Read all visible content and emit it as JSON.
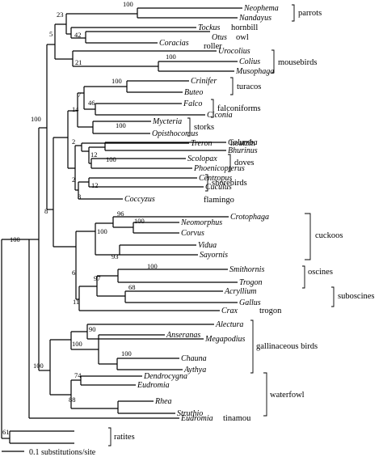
{
  "scale_label": "0.1 substitutions/site",
  "groups": {
    "parrots": "parrots",
    "hornbill": "hornbill",
    "owl": "owl",
    "roller": "roller",
    "mousebirds": "mousebirds",
    "turacos": "turacos",
    "falconiforms": "falconiforms",
    "storks": "storks",
    "hoatzin": "hoatzin",
    "doves": "doves",
    "shorebirds": "shorebirds",
    "flamingo": "flamingo",
    "cuckoos": "cuckoos",
    "oscines": "oscines",
    "suboscines": "suboscines",
    "trogon": "trogon",
    "gallinaceous": "gallinaceous birds",
    "waterfowl": "waterfowl",
    "tinamou": "tinamou",
    "ratites": "ratites"
  },
  "taxa": {
    "Neophema": "Neophema",
    "Nandayus": "Nandayus",
    "Tockus": "Tockus",
    "Otus": "Otus",
    "Coracias": "Coracias",
    "Urocolius": "Urocolius",
    "Colius": "Colius",
    "Musophaga": "Musophaga",
    "Crinifer": "Crinifer",
    "Buteo": "Buteo",
    "Falco": "Falco",
    "Ciconia": "Ciconia",
    "Mycteria": "Mycteria",
    "Opisthocomus": "Opisthocomus",
    "Treron": "Treron",
    "Columba": "Columba",
    "Bhurinus": "Bhurinus",
    "Scolopax": "Scolopax",
    "Phoenicopterus": "Phoenicopterus",
    "Centropus": "Centropus",
    "Cuculus": "Cuculus",
    "Coccyzus": "Coccyzus",
    "Crotophaga": "Crotophaga",
    "Neomorphus": "Neomorphus",
    "Corvus": "Corvus",
    "Vidua": "Vidua",
    "Sayornis": "Sayornis",
    "Smithornis": "Smithornis",
    "Trogon": "Trogon",
    "Acryllium": "Acryllium",
    "Gallus": "Gallus",
    "Crax": "Crax",
    "Alectura": "Alectura",
    "Megapodius": "Megapodius",
    "Anseranas": "Anseranas",
    "Chauna": "Chauna",
    "Aythya": "Aythya",
    "Dendrocygna": "Dendrocygna",
    "Eudromia": "Eudromia",
    "Rhea": "Rhea",
    "Struthio": "Struthio"
  },
  "support": {
    "parrots": "100",
    "parrots_hornbill_owl": "23",
    "hornbill_owl": "42",
    "upper_group": "5",
    "roller_mousebirds": "21",
    "mousebirds": "100",
    "turacos": "100",
    "turacos_falcons": "7",
    "falconiforms": "46",
    "turaco_falcon_stork": "14",
    "storks": "100",
    "neoaves": "100",
    "hoatzin_plus": "2",
    "doves": "100",
    "doves_hoatzin": "12",
    "doves_shorebirds": "2",
    "shorebirds": "12",
    "flamingo_plus": "8",
    "mid_group": "8",
    "cuckoo_core": "96",
    "cuculus_coccyzus": "100",
    "cuckoos": "100",
    "crotophaga_neomorphus": "93",
    "cuckoo_passerine": "6",
    "oscines": "100",
    "passerines": "97",
    "suboscines": "68",
    "trogon_plus": "11",
    "neognathae": "100",
    "acryllium_gallus": "90",
    "gallinaceous": "100",
    "megapodes": "100",
    "galloanserae": "100",
    "anseranas_plus": "74",
    "waterfowl": "88",
    "ratites": "61"
  }
}
